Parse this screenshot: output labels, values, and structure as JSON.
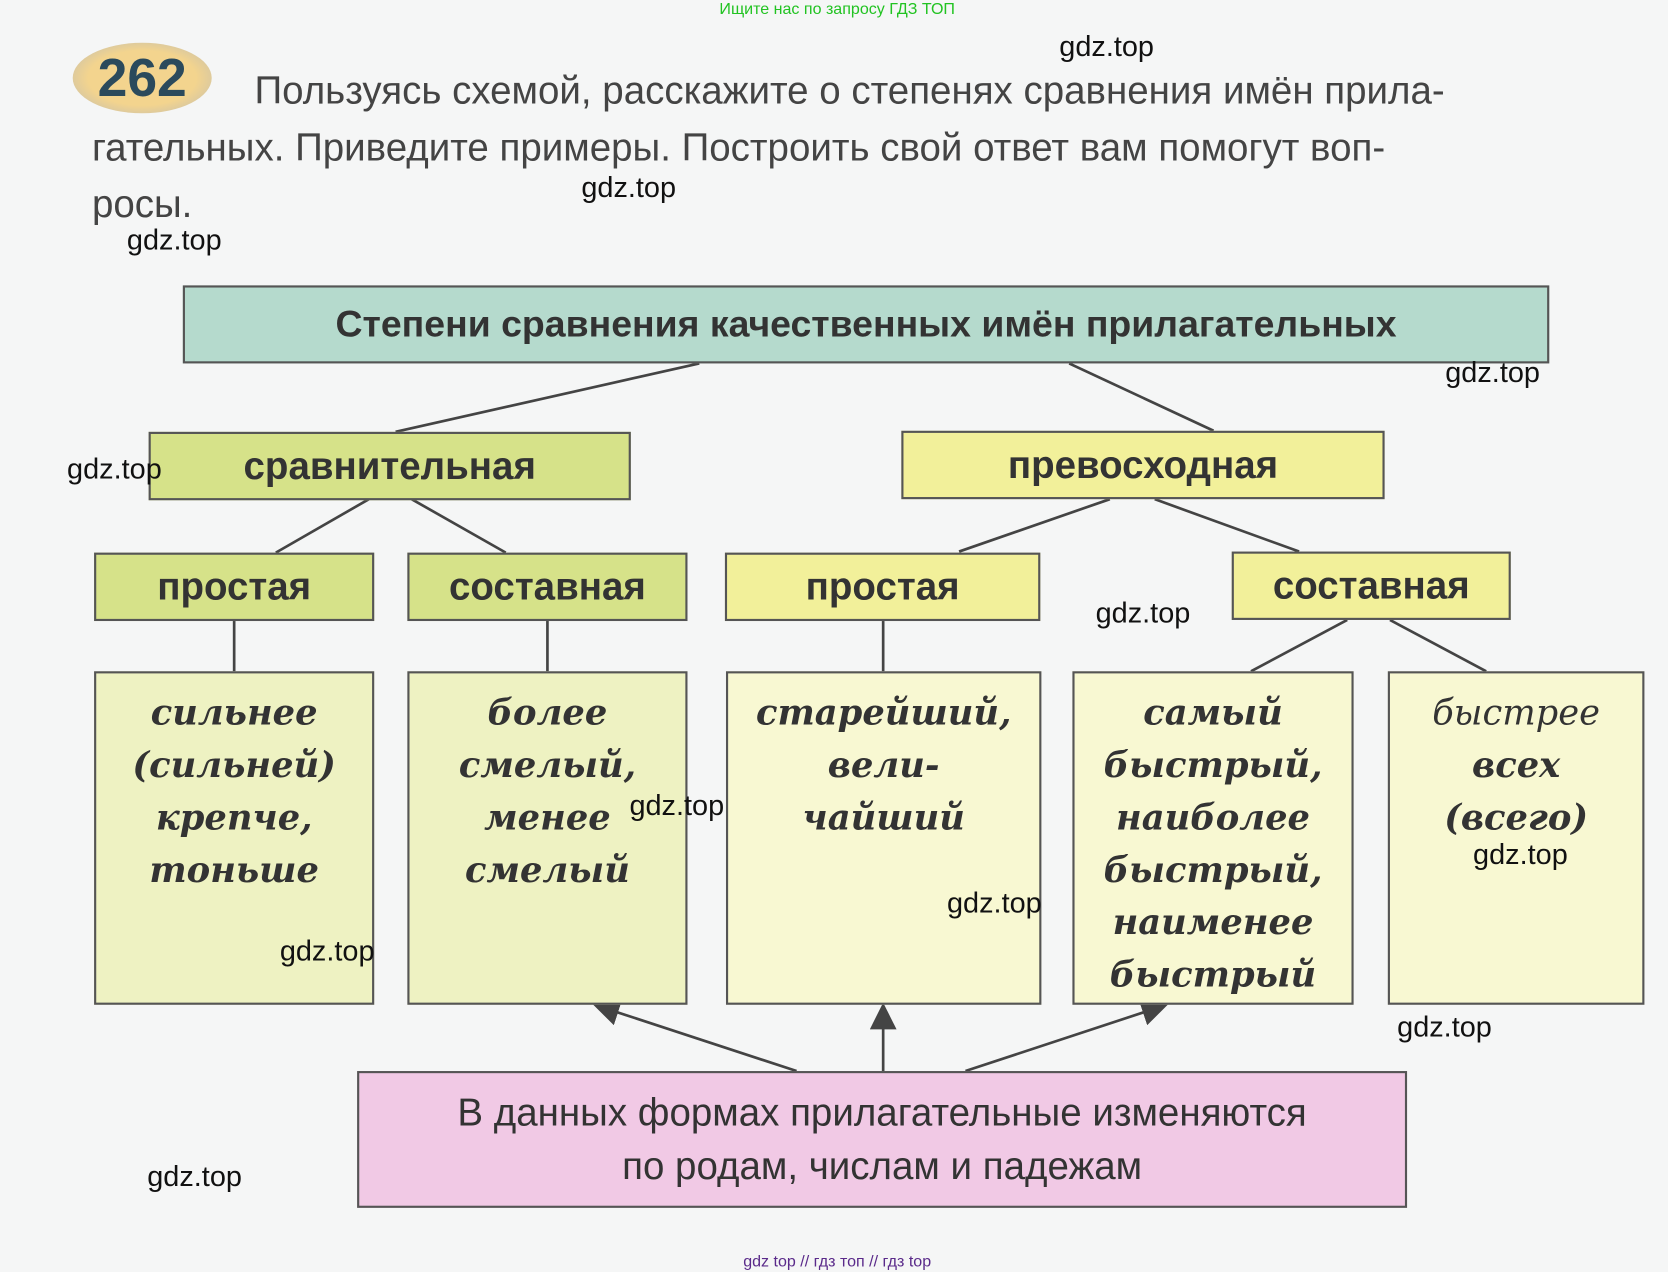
{
  "top_note": "Ищите нас по запросу ГДЗ ТОП",
  "footer_note": "gdz top  //  гдз топ  //  гдз top",
  "exercise": {
    "number": "262",
    "line1": "Пользуясь схемой, расскажите о степенях сравнения имён прила-",
    "line2": "гательных. Приведите примеры. Построить свой ответ вам помогут воп-",
    "line3": "росы."
  },
  "diagram": {
    "title": "Степени сравнения качественных имён прилагательных",
    "comparative": {
      "label": "сравнительная",
      "simple": {
        "label": "простая",
        "examples": [
          "сильнее",
          "(сильней)",
          "крепче,",
          "тоньше"
        ]
      },
      "compound": {
        "label": "составная",
        "examples": [
          "более",
          "смелый,",
          "менее",
          "смелый"
        ]
      }
    },
    "superlative": {
      "label": "превосходная",
      "simple": {
        "label": "простая",
        "examples": [
          "старейший,",
          "вели-",
          "чайший"
        ]
      },
      "compound": {
        "label": "составная",
        "examples_a": [
          "самый",
          "быстрый,",
          "наиболее",
          "быстрый,",
          "наименее",
          "быстрый"
        ],
        "examples_b": [
          "быстрее",
          "всех",
          "(всего)"
        ]
      }
    },
    "note_line1": "В данных формах прилагательные изменяются",
    "note_line2": "по родам, числам и падежам"
  },
  "watermarks": [
    "gdz.top",
    "gdz.top",
    "gdz.top",
    "gdz.top",
    "gdz.top",
    "gdz.top",
    "gdz.top",
    "gdz.top",
    "gdz.top",
    "gdz.top",
    "gdz.top",
    "gdz.top"
  ],
  "colors": {
    "title_box": "#b5dacd",
    "comparative": "#d6e289",
    "superlative": "#f2f09a",
    "note_box": "#f1c9e5"
  }
}
